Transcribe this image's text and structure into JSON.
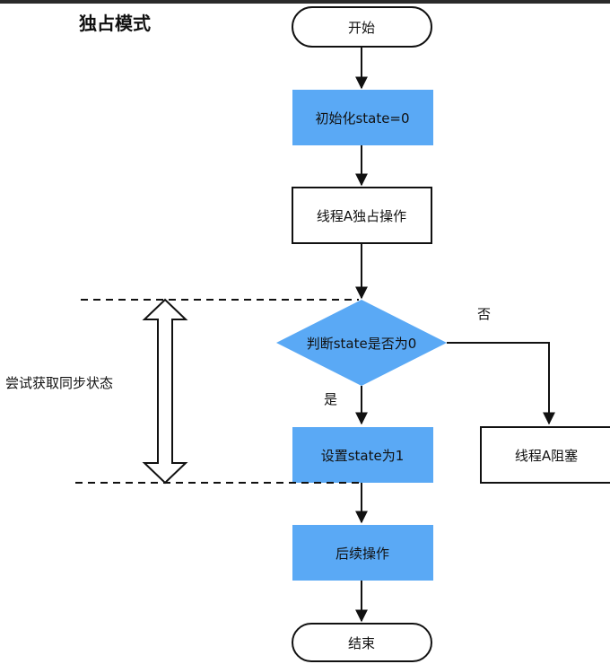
{
  "title": "独占模式",
  "colors": {
    "blue": "#5aa9f5",
    "stroke": "#111111",
    "white": "#ffffff"
  },
  "nodes": {
    "start": "开始",
    "init": "初始化state=0",
    "thread_a": "线程A独占操作",
    "decision": "判断state是否为0",
    "set_state": "设置state为1",
    "blocked": "线程A阻塞",
    "follow": "后续操作",
    "end": "结束"
  },
  "labels": {
    "yes": "是",
    "no": "否",
    "acquire": "尝试获取同步状态"
  }
}
